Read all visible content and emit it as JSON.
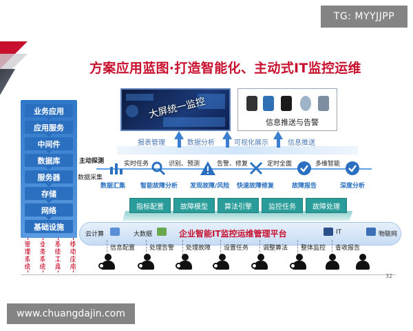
{
  "watermarks": {
    "tg": "TG: MYYJJPP",
    "site": "www.chuangdajin.com"
  },
  "title": "方案应用蓝图·打造智能化、主动式IT监控运维",
  "stack": {
    "items": [
      "业务应用",
      "应用服务",
      "中间件",
      "数据库",
      "服务器",
      "存储",
      "网络",
      "基础设施"
    ],
    "vertical_labels": [
      "管理系统",
      "业务系统",
      "系统工具",
      "移动应用"
    ]
  },
  "top": {
    "monitor_label": "大屏统一监控",
    "alert_label": "信息推送与告警",
    "labels": [
      "报表管理",
      "数据分析",
      "可视化展示",
      "信息推送"
    ]
  },
  "flow": {
    "left_labels": [
      "主动探测",
      "数据采集"
    ],
    "edge_labels": [
      "实时任务",
      "识别、预测",
      "告警、修复",
      "定时全面",
      "多维智能"
    ],
    "nodes": [
      "数据汇集",
      "智能故障分析",
      "发现故障/风险",
      "快速故障修复",
      "故障报告",
      "深度分析"
    ]
  },
  "modules": [
    "指标配置",
    "故障模型",
    "算法引擎",
    "监控任务",
    "故障处理"
  ],
  "platform": {
    "title": "企业智能IT监控运维管理平台",
    "left": [
      "云计算",
      "大数据"
    ],
    "right": [
      "IT",
      "物联网"
    ]
  },
  "tasks": [
    "信息配置",
    "处理告警",
    "处理故障",
    "设置任务",
    "调整算法",
    "整体监控",
    "查收报告"
  ],
  "page_number": "32",
  "colors": {
    "brand_red": "#c8102e",
    "stack_blue": "#2a6fc0",
    "teal": "#2a9d9a",
    "flow_blue": "#5ea2e8"
  }
}
